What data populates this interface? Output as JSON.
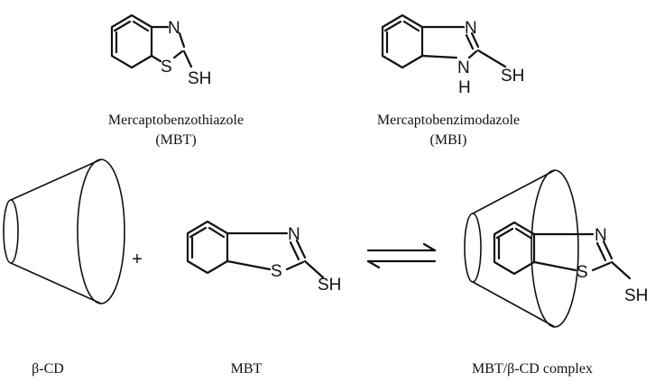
{
  "mbt_top": {
    "atoms": {
      "n": "N",
      "s": "S",
      "sh": "SH"
    },
    "name": "Mercaptobenzothiazole",
    "abbr": "(MBT)"
  },
  "mbi_top": {
    "atoms": {
      "n1": "N",
      "n2": "N",
      "h": "H",
      "sh": "SH"
    },
    "name": "Mercaptobenzimodazole",
    "abbr": "(MBI)"
  },
  "reaction": {
    "plus": "+",
    "cd_label": "β-CD",
    "mbt_label": "MBT",
    "complex_label": "MBT/β-CD complex",
    "mbt_atoms": {
      "n": "N",
      "s": "S",
      "sh": "SH"
    },
    "complex_atoms": {
      "n": "N",
      "s": "S",
      "sh": "SH"
    }
  }
}
